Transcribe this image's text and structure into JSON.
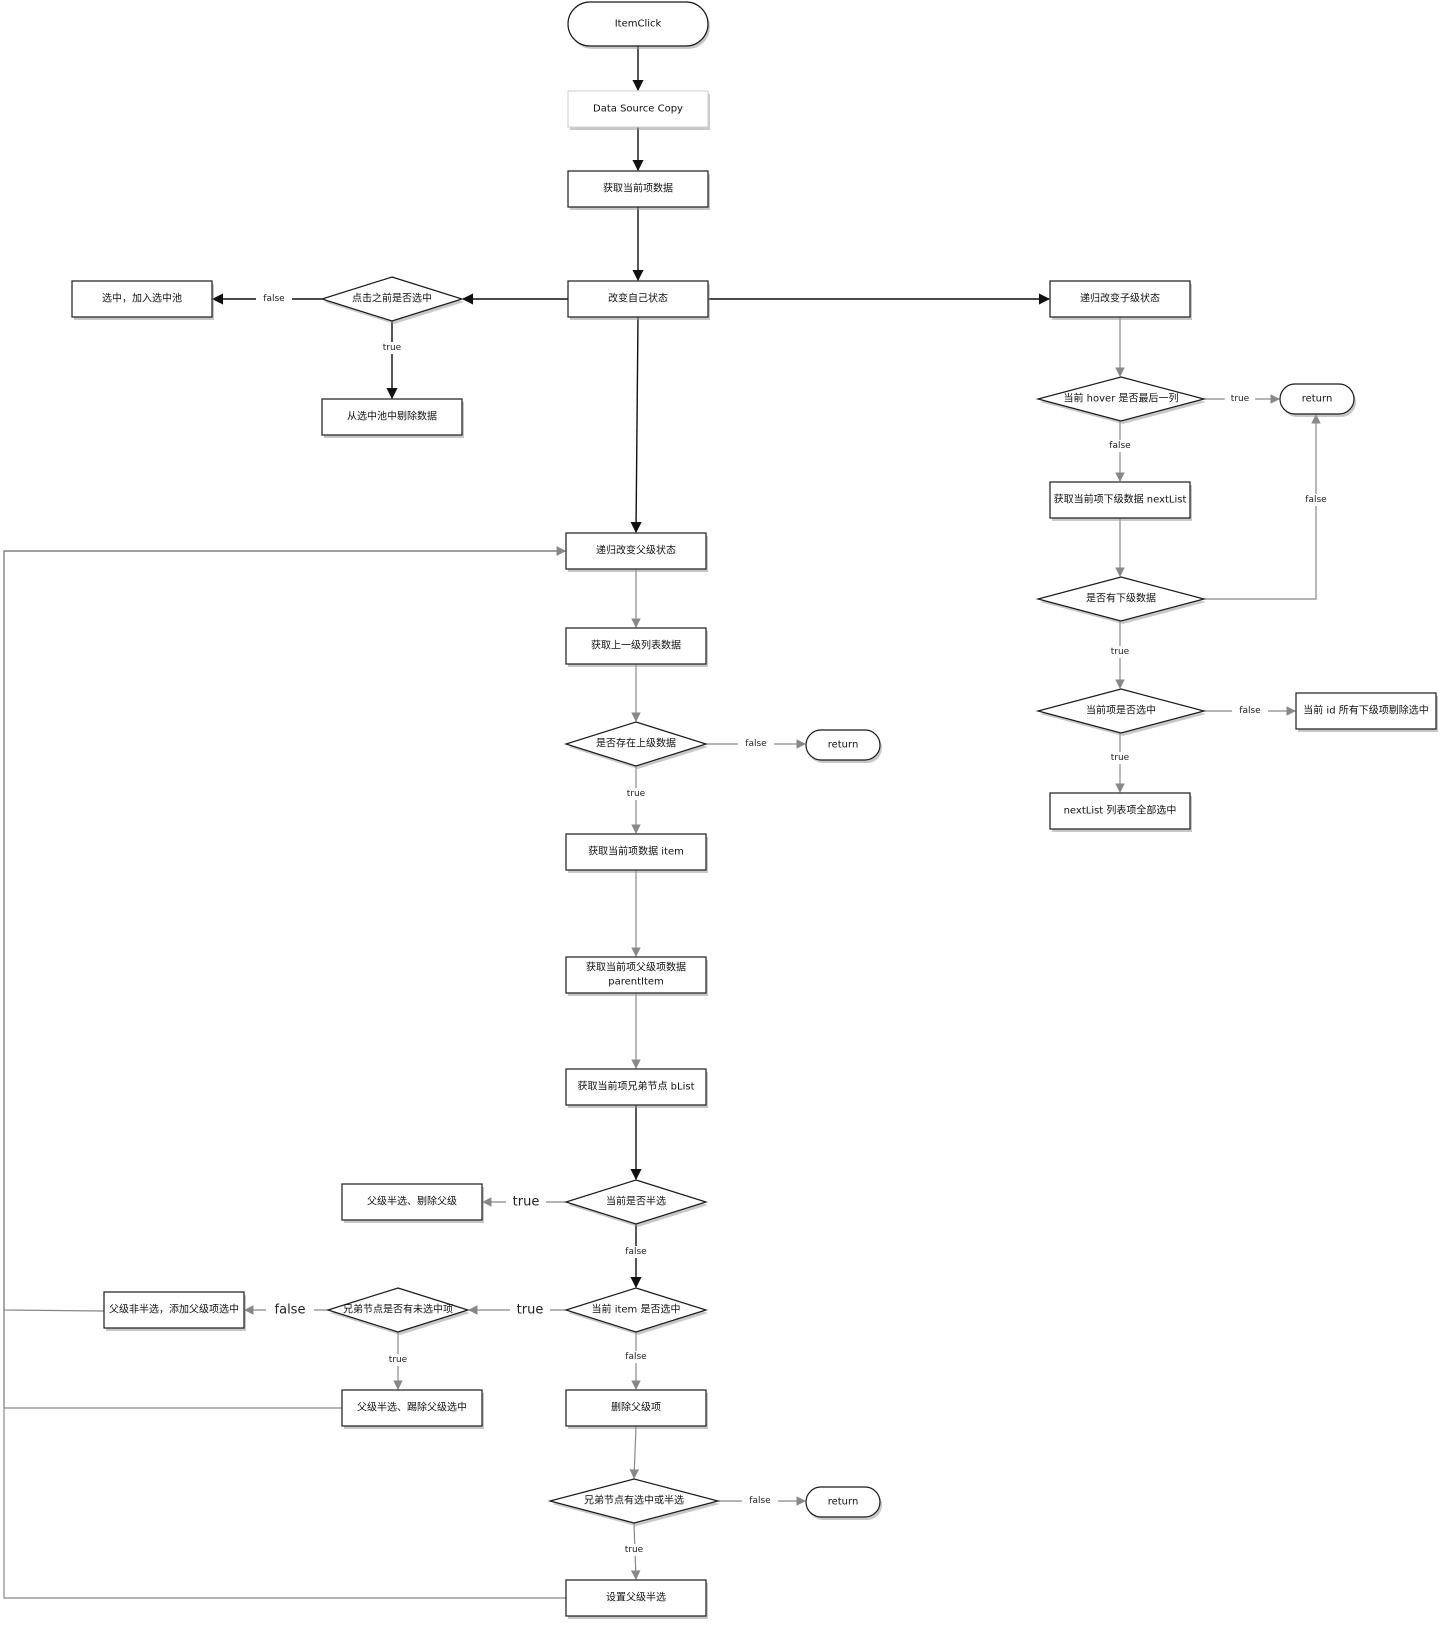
{
  "nodes": [
    {
      "id": "n_itemclick",
      "label": "ItemClick"
    },
    {
      "id": "n_copy",
      "label": "Data Source Copy"
    },
    {
      "id": "n_getcur",
      "label": "获取当前项数据"
    },
    {
      "id": "n_change",
      "label": "改变自己状态"
    },
    {
      "id": "n_d_before",
      "label": "点击之前是否选中"
    },
    {
      "id": "n_select",
      "label": "选中，加入选中池"
    },
    {
      "id": "n_remove",
      "label": "从选中池中剔除数据"
    },
    {
      "id": "n_child",
      "label": "递归改变子级状态"
    },
    {
      "id": "n_d_last",
      "label": "当前 hover 是否最后一列"
    },
    {
      "id": "n_ret1",
      "label": "return"
    },
    {
      "id": "n_nextlist",
      "label": "获取当前项下级数据 nextList"
    },
    {
      "id": "n_d_hasnext",
      "label": "是否有下级数据"
    },
    {
      "id": "n_d_cursel",
      "label": "当前项是否选中"
    },
    {
      "id": "n_clearsub",
      "label": "当前 id 所有下级项剔除选中"
    },
    {
      "id": "n_allsel",
      "label": "nextList 列表项全部选中"
    },
    {
      "id": "n_parent",
      "label": "递归改变父级状态"
    },
    {
      "id": "n_getup",
      "label": "获取上一级列表数据"
    },
    {
      "id": "n_d_hasup",
      "label": "是否存在上级数据"
    },
    {
      "id": "n_ret2",
      "label": "return"
    },
    {
      "id": "n_getitem",
      "label": "获取当前项数据 item"
    },
    {
      "id": "n_getparent",
      "label": "获取当前项父级项数据",
      "label2": "parentItem"
    },
    {
      "id": "n_getsib",
      "label": "获取当前项兄弟节点 bList"
    },
    {
      "id": "n_d_half",
      "label": "当前是否半选"
    },
    {
      "id": "n_parenthalf1",
      "label": "父级半选、剔除父级"
    },
    {
      "id": "n_d_itemsel",
      "label": "当前 item 是否选中"
    },
    {
      "id": "n_d_sibunsel",
      "label": "兄弟节点是否有未选中项"
    },
    {
      "id": "n_parentadd",
      "label": "父级非半选，添加父级项选中"
    },
    {
      "id": "n_parenthalf2",
      "label": "父级半选、踢除父级选中"
    },
    {
      "id": "n_delparent",
      "label": "删除父级项"
    },
    {
      "id": "n_d_sibany",
      "label": "兄弟节点有选中或半选"
    },
    {
      "id": "n_ret3",
      "label": "return"
    },
    {
      "id": "n_sethalf",
      "label": "设置父级半选"
    }
  ],
  "edges": [
    {
      "from": "n_itemclick",
      "to": "n_copy",
      "label": ""
    },
    {
      "from": "n_copy",
      "to": "n_getcur",
      "label": ""
    },
    {
      "from": "n_getcur",
      "to": "n_change",
      "label": ""
    },
    {
      "from": "n_change",
      "to": "n_d_before",
      "label": ""
    },
    {
      "from": "n_d_before",
      "to": "n_select",
      "label": "false"
    },
    {
      "from": "n_d_before",
      "to": "n_remove",
      "label": "true"
    },
    {
      "from": "n_change",
      "to": "n_child",
      "label": ""
    },
    {
      "from": "n_change",
      "to": "n_parent",
      "label": ""
    },
    {
      "from": "n_child",
      "to": "n_d_last",
      "label": ""
    },
    {
      "from": "n_d_last",
      "to": "n_ret1",
      "label": "true"
    },
    {
      "from": "n_d_last",
      "to": "n_nextlist",
      "label": "false"
    },
    {
      "from": "n_nextlist",
      "to": "n_d_hasnext",
      "label": ""
    },
    {
      "from": "n_d_hasnext",
      "to": "n_ret1",
      "label": "false"
    },
    {
      "from": "n_d_hasnext",
      "to": "n_d_cursel",
      "label": "true"
    },
    {
      "from": "n_d_cursel",
      "to": "n_clearsub",
      "label": "false"
    },
    {
      "from": "n_d_cursel",
      "to": "n_allsel",
      "label": "true"
    },
    {
      "from": "n_parent",
      "to": "n_getup",
      "label": ""
    },
    {
      "from": "n_getup",
      "to": "n_d_hasup",
      "label": ""
    },
    {
      "from": "n_d_hasup",
      "to": "n_ret2",
      "label": "false"
    },
    {
      "from": "n_d_hasup",
      "to": "n_getitem",
      "label": "true"
    },
    {
      "from": "n_getitem",
      "to": "n_getparent",
      "label": ""
    },
    {
      "from": "n_getparent",
      "to": "n_getsib",
      "label": ""
    },
    {
      "from": "n_getsib",
      "to": "n_d_half",
      "label": ""
    },
    {
      "from": "n_d_half",
      "to": "n_parenthalf1",
      "label": "true"
    },
    {
      "from": "n_d_half",
      "to": "n_d_itemsel",
      "label": "false"
    },
    {
      "from": "n_d_itemsel",
      "to": "n_d_sibunsel",
      "label": "true"
    },
    {
      "from": "n_d_sibunsel",
      "to": "n_parentadd",
      "label": "false"
    },
    {
      "from": "n_d_sibunsel",
      "to": "n_parenthalf2",
      "label": "true"
    },
    {
      "from": "n_d_itemsel",
      "to": "n_delparent",
      "label": "false"
    },
    {
      "from": "n_delparent",
      "to": "n_d_sibany",
      "label": ""
    },
    {
      "from": "n_d_sibany",
      "to": "n_ret3",
      "label": "false"
    },
    {
      "from": "n_d_sibany",
      "to": "n_sethalf",
      "label": "true"
    },
    {
      "from": "n_parentadd",
      "to": "n_parent",
      "label": ""
    },
    {
      "from": "n_parenthalf2",
      "to": "n_parent",
      "label": ""
    },
    {
      "from": "n_sethalf",
      "to": "n_parent",
      "label": ""
    }
  ]
}
